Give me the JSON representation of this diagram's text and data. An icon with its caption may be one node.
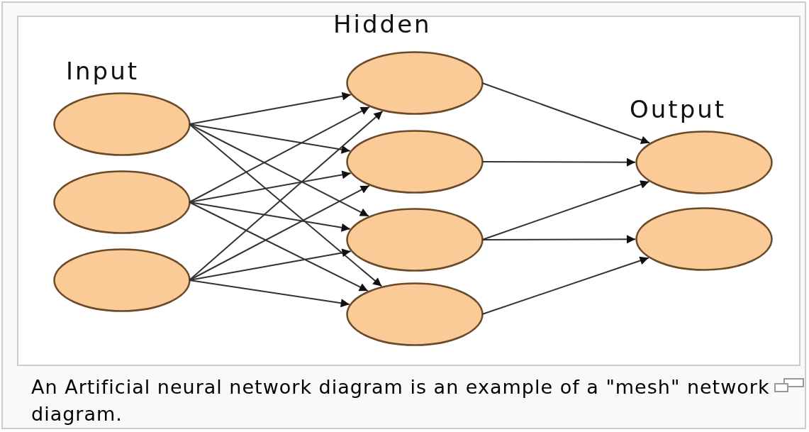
{
  "diagram": {
    "caption": "An Artificial neural network diagram is an example of a \"mesh\" network diagram.",
    "nodes": [
      {
        "text": [],
        "shape": "circle"
      },
      {
        "text": [],
        "shape": "circle"
      },
      {
        "text": [],
        "shape": "circle"
      },
      {
        "text": [],
        "shape": "circle"
      },
      {
        "text": [],
        "shape": "circle"
      },
      {
        "text": [],
        "shape": "circle"
      },
      {
        "text": [],
        "shape": "circle"
      },
      {
        "text": [],
        "shape": "circle"
      },
      {
        "text": [],
        "shape": "circle"
      }
    ],
    "edges": [
      {
        "from": 0,
        "to": 3,
        "arrow": "to"
      },
      {
        "from": 0,
        "to": 4,
        "arrow": "to"
      },
      {
        "from": 0,
        "to": 5,
        "arrow": "to"
      },
      {
        "from": 0,
        "to": 6,
        "arrow": "to"
      },
      {
        "from": 1,
        "to": 3,
        "arrow": "to"
      },
      {
        "from": 1,
        "to": 4,
        "arrow": "to"
      },
      {
        "from": 1,
        "to": 5,
        "arrow": "to"
      },
      {
        "from": 1,
        "to": 6,
        "arrow": "to"
      },
      {
        "from": 2,
        "to": 3,
        "arrow": "to"
      },
      {
        "from": 2,
        "to": 4,
        "arrow": "to"
      },
      {
        "from": 2,
        "to": 5,
        "arrow": "to"
      },
      {
        "from": 2,
        "to": 6,
        "arrow": "to"
      },
      {
        "from": 3,
        "to": 7,
        "arrow": "to"
      },
      {
        "from": 4,
        "to": 7,
        "arrow": "to"
      },
      {
        "from": 5,
        "to": 7,
        "arrow": "to"
      },
      {
        "from": 5,
        "to": 8,
        "arrow": "to"
      },
      {
        "from": 6,
        "to": 8,
        "arrow": "to"
      }
    ],
    "labels": [
      "Hidden",
      "Input",
      "Output"
    ]
  }
}
